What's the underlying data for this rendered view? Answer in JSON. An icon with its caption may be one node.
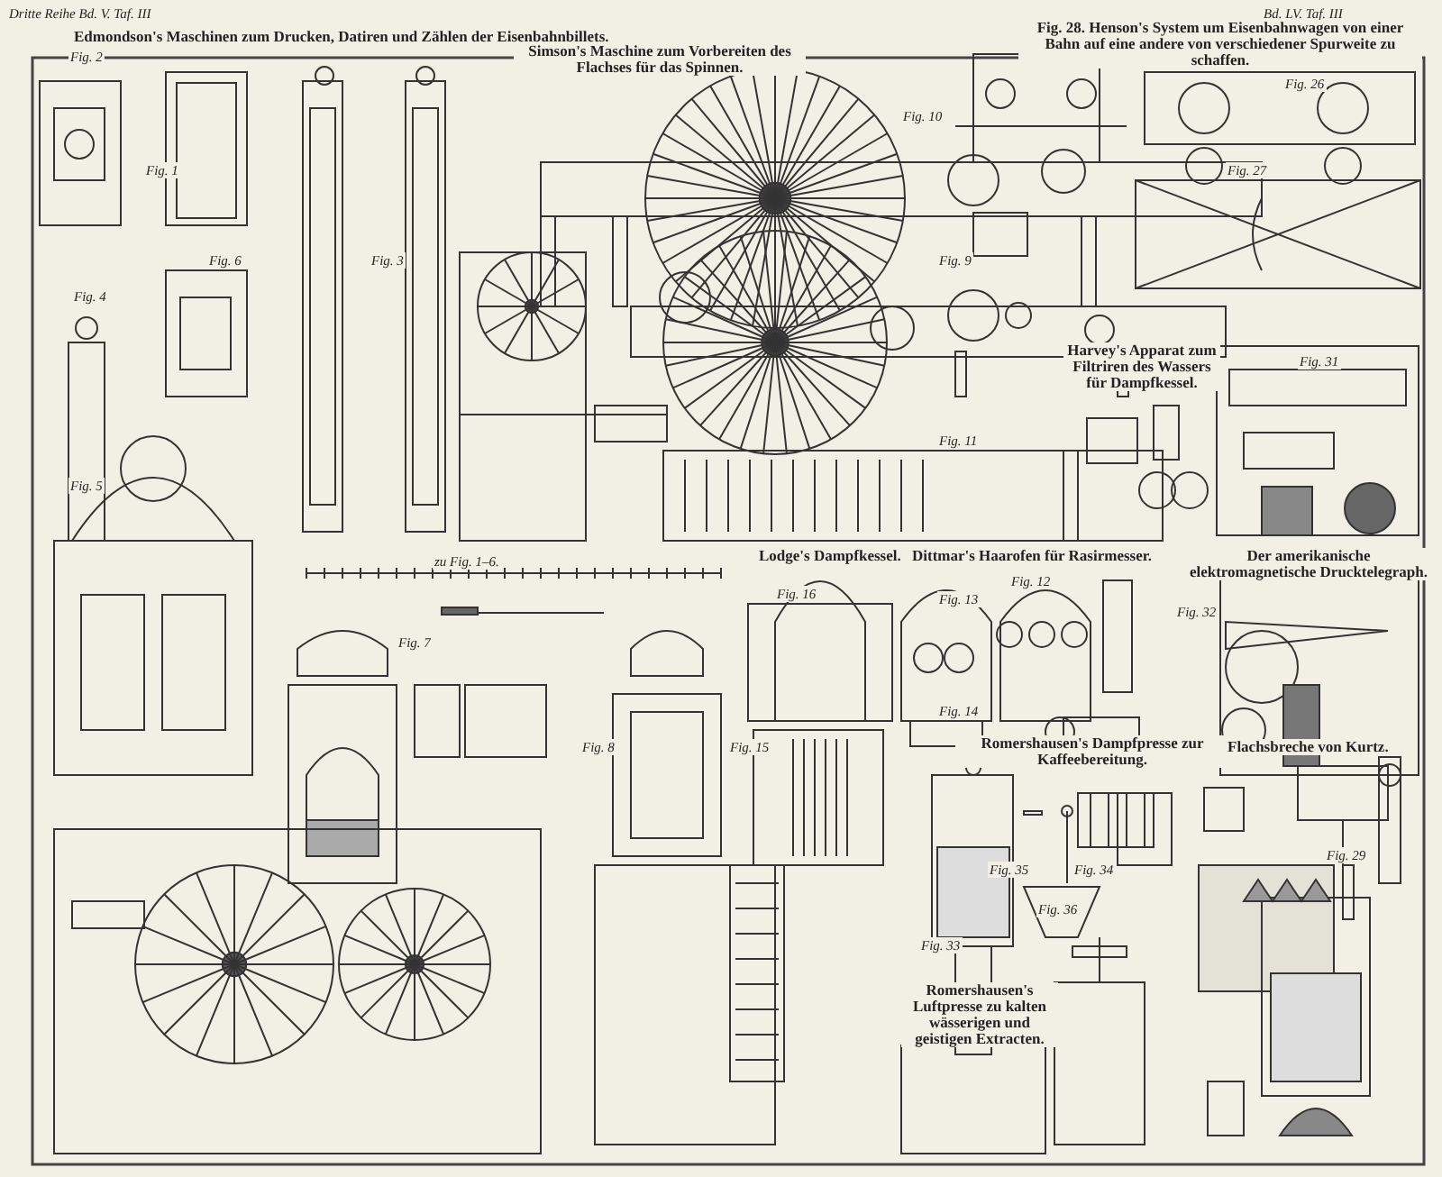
{
  "diagram": {
    "labels": [
      "Dritte Reihe Bd. V. Taf. III",
      "Bd. LV. Taf. III",
      "Edmondson's Maschinen zum Drucken, Datiren und Zählen der Eisenbahnbillets.",
      "Simson's Maschine zum Vorbereiten des Flachses für das Spinnen.",
      "Fig. 28. Henson's System um Eisenbahnwagen von einer Bahn auf eine andere von verschiedener Spurweite zu schaffen.",
      "Harvey's Apparat zum Filtriren des Wassers für Dampfkessel.",
      "Lodge's Dampfkessel.",
      "Dittmar's Haarofen für Rasirmesser.",
      "Der amerikanische elektromagnetische Drucktelegraph.",
      "Romershausen's Dampfpresse zur Kaffeebereitung.",
      "Romershausen's Luftpresse zu kalten wässerigen und geistigen Extracten.",
      "Flachsbreche von Kurtz.",
      "zu Fig. 1–6.",
      "Fig. 2",
      "Fig. 1",
      "Fig. 3",
      "Fig. 5",
      "Fig. 6",
      "Fig. 4",
      "Fig. 10",
      "Fig. 9",
      "Fig. 26",
      "Fig. 27",
      "Fig. 11",
      "Fig. 31",
      "Fig. 16",
      "Fig. 13",
      "Fig. 12",
      "Fig. 32",
      "Fig. 7",
      "Fig. 8",
      "Fig. 15",
      "Fig. 14",
      "Fig. 33",
      "Fig. 35",
      "Fig. 34",
      "Fig. 36",
      "Fig. 29"
    ]
  }
}
